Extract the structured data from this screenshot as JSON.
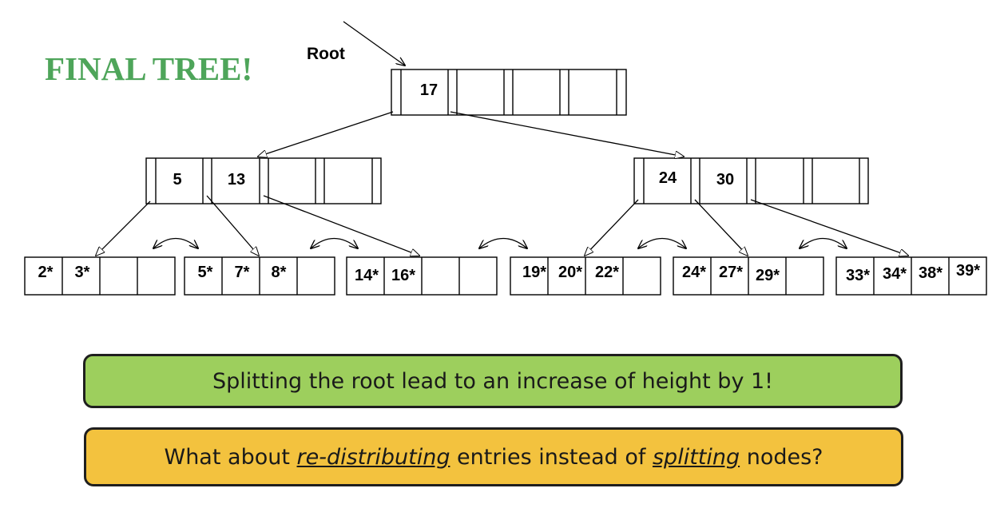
{
  "title": "FINAL TREE!",
  "root_label": "Root",
  "nodes": {
    "root": {
      "keys": [
        "17",
        "",
        "",
        ""
      ]
    },
    "internal_left": {
      "keys": [
        "5",
        "13",
        "",
        ""
      ]
    },
    "internal_right": {
      "keys": [
        "24",
        "30",
        "",
        ""
      ]
    },
    "leaves": [
      {
        "entries": [
          "2*",
          "3*",
          "",
          ""
        ]
      },
      {
        "entries": [
          "5*",
          "7*",
          "8*",
          ""
        ]
      },
      {
        "entries": [
          "14*",
          "16*",
          "",
          ""
        ]
      },
      {
        "entries": [
          "19*",
          "20*",
          "22*",
          ""
        ]
      },
      {
        "entries": [
          "24*",
          "27*",
          "29*",
          ""
        ]
      },
      {
        "entries": [
          "33*",
          "34*",
          "38*",
          "39*"
        ]
      }
    ]
  },
  "callouts": {
    "height_note": "Splitting the root lead to an increase of height by 1!",
    "question": {
      "part1": "What about ",
      "em1": "re-distributing",
      "part2": " entries instead of ",
      "em2": "splitting",
      "part3": " nodes?"
    }
  },
  "colors": {
    "title": "#4ea55a",
    "callout_green": "#9dcf5d",
    "callout_orange": "#f3c23e"
  }
}
